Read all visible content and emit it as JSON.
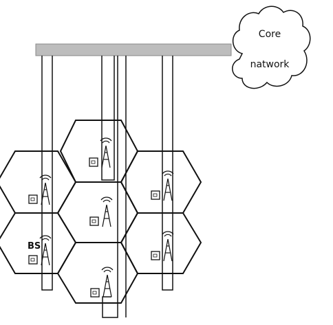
{
  "diagram": {
    "core_network": {
      "line1": "Core",
      "line2": "natwork"
    },
    "bs_label": "BS",
    "colors": {
      "line": "#111111",
      "bus": "#bdbdbd",
      "bus_edge": "#888888",
      "background": "#ffffff"
    },
    "cells": [
      {
        "id": "top"
      },
      {
        "id": "upper-left"
      },
      {
        "id": "upper-right"
      },
      {
        "id": "center"
      },
      {
        "id": "lower-left"
      },
      {
        "id": "lower-right"
      },
      {
        "id": "bottom"
      }
    ]
  }
}
